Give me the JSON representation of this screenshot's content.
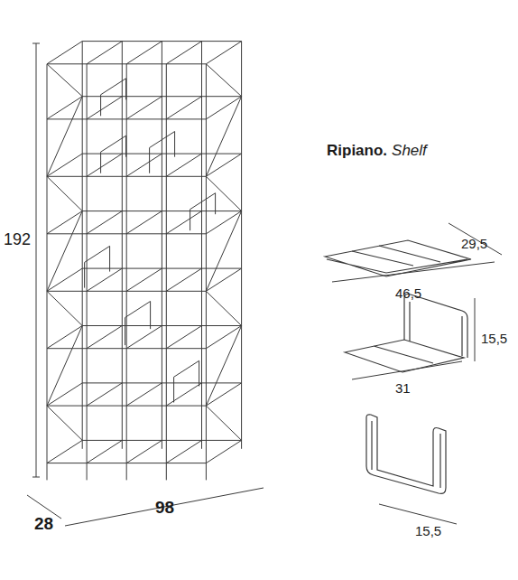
{
  "diagram": {
    "labels": [
      "192",
      "28",
      "98",
      "Ripiano.",
      "Shelf",
      "29,5",
      "46,5",
      "15,5",
      "31",
      "15,5"
    ]
  }
}
